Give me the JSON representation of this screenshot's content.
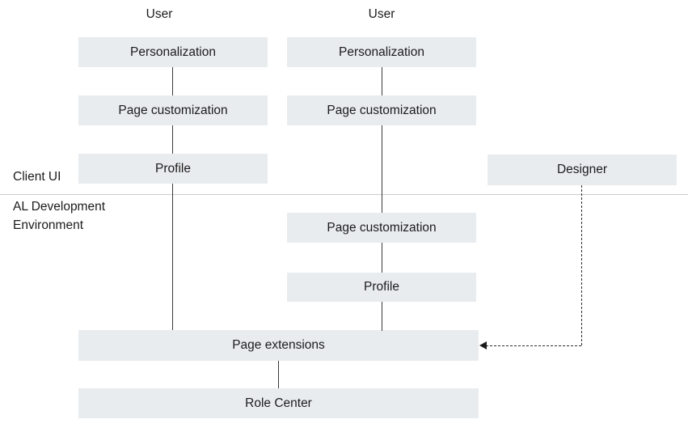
{
  "top_labels": {
    "user_left": "User",
    "user_right": "User"
  },
  "section_labels": {
    "client_ui": "Client UI",
    "al_dev_line1": "AL Development",
    "al_dev_line2": "Environment"
  },
  "nodes": {
    "personalization_left": "Personalization",
    "page_customization_left": "Page customization",
    "profile_left": "Profile",
    "personalization_right": "Personalization",
    "page_customization_right_top": "Page customization",
    "designer": "Designer",
    "page_customization_right_bottom": "Page customization",
    "profile_right_bottom": "Profile",
    "page_extensions": "Page extensions",
    "role_center": "Role Center"
  },
  "colors": {
    "node_fill": "#e9ecef",
    "divider_line": "#c9cdd2",
    "connector_line": "#3a3a3a",
    "dashed_line": "#2e2e2e",
    "text": "#1b1b1b",
    "background": "#ffffff"
  }
}
